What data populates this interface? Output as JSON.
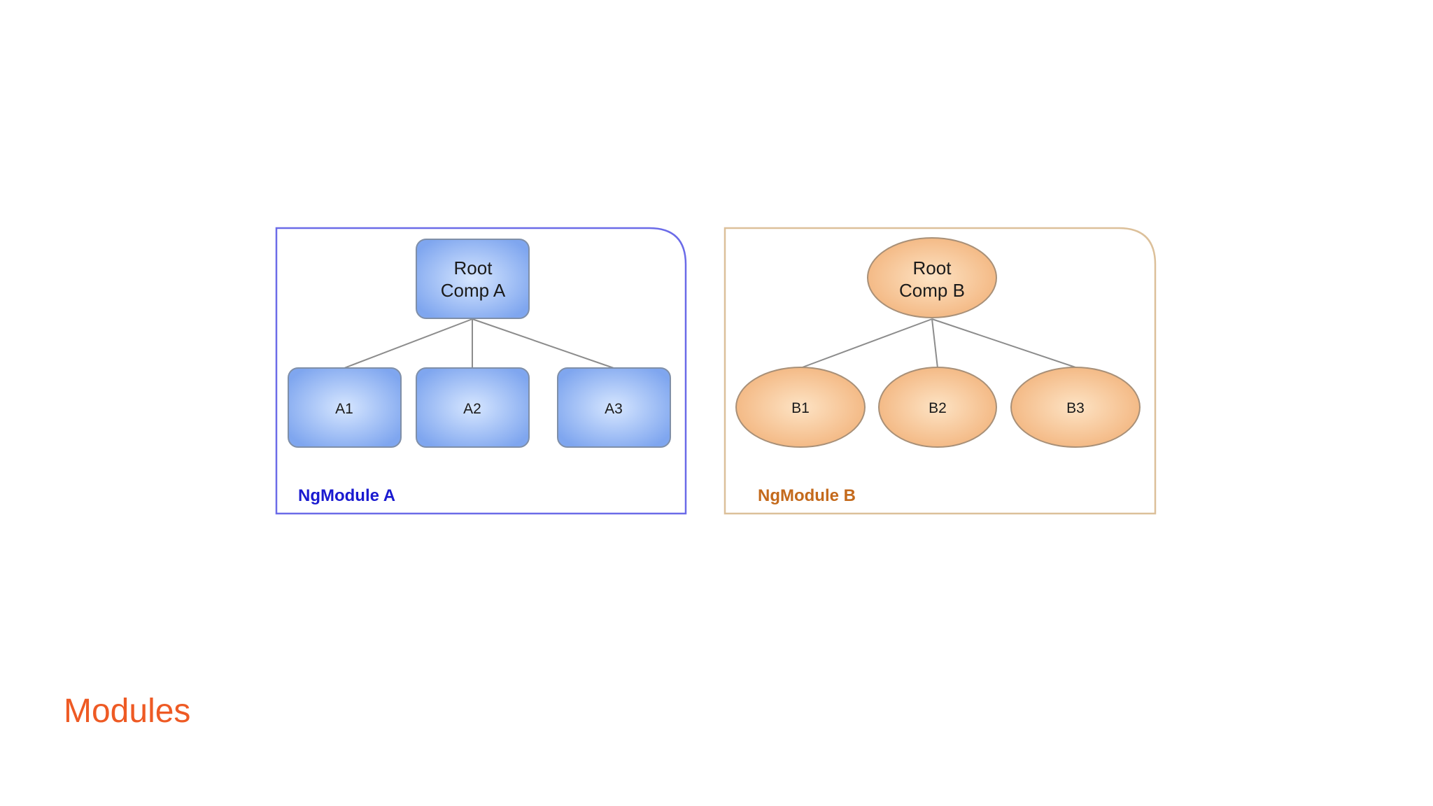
{
  "slide": {
    "title": "Modules",
    "title_color": "#ee5a24"
  },
  "colors": {
    "module_a_border": "#6b6be8",
    "module_a_label": "#1a1ad0",
    "module_b_border": "#dcc09a",
    "module_b_label": "#c46a1c",
    "blue_node_center": "#d6e6ff",
    "blue_node_edge": "#7fa6ef",
    "blue_node_stroke": "#7f8fa8",
    "orange_node_center": "#fde3c4",
    "orange_node_edge": "#f2b27a",
    "orange_node_stroke": "#a89078",
    "connector": "#8c8c8c"
  },
  "modules": {
    "a": {
      "label": "NgModule A",
      "root": {
        "line1": "Root",
        "line2": "Comp A"
      },
      "children": [
        "A1",
        "A2",
        "A3"
      ]
    },
    "b": {
      "label": "NgModule B",
      "root": {
        "line1": "Root",
        "line2": "Comp B"
      },
      "children": [
        "B1",
        "B2",
        "B3"
      ]
    }
  }
}
